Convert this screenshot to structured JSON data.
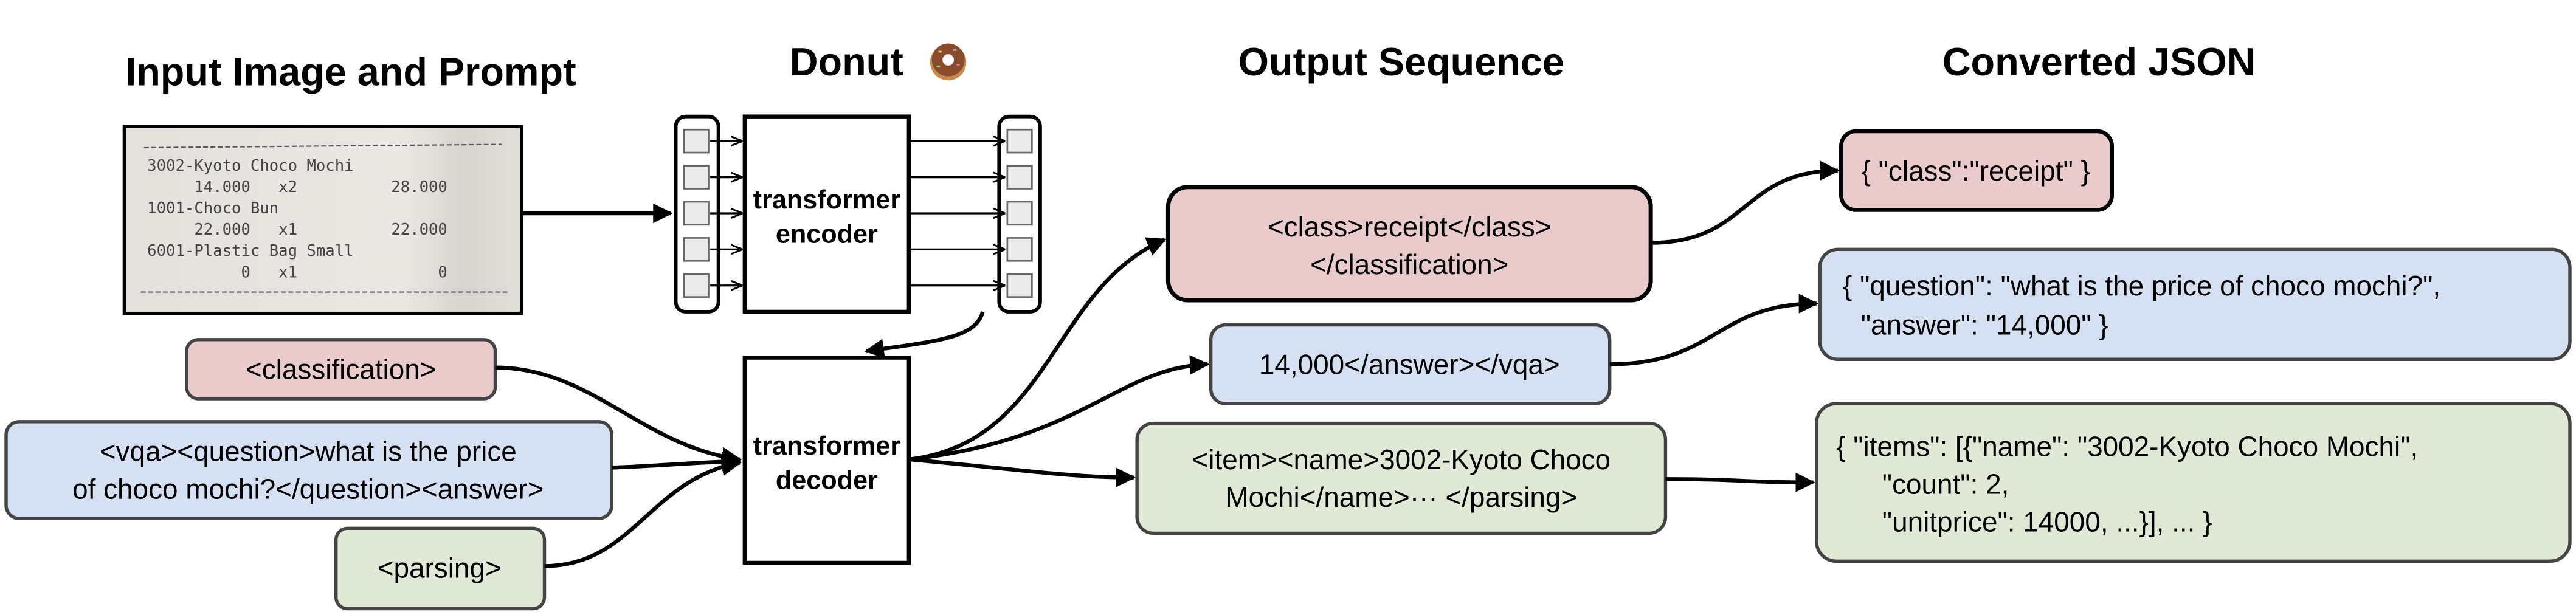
{
  "titles": {
    "input": "Input Image and Prompt",
    "donut": "Donut",
    "output": "Output Sequence",
    "json": "Converted JSON"
  },
  "donut_icon": "donut-emoji-icon",
  "receipt": {
    "lines": [
      "3002-Kyoto Choco Mochi",
      "     14.000   x2          28.000",
      "1001-Choco Bun",
      "     22.000   x1          22.000",
      "6001-Plastic Bag Small",
      "          0   x1               0"
    ]
  },
  "model": {
    "encoder": [
      "transformer",
      "encoder"
    ],
    "decoder": [
      "transformer",
      "decoder"
    ]
  },
  "prompts": {
    "classification": [
      "<classification>"
    ],
    "vqa": [
      "<vqa><question>what is the price",
      "of choco mochi?</question><answer>"
    ],
    "parsing": [
      "<parsing>"
    ]
  },
  "outputs": {
    "classification": [
      "<class>receipt</class>",
      "</classification>"
    ],
    "vqa": [
      "14,000</answer></vqa>"
    ],
    "parsing": [
      "<item><name>3002-Kyoto Choco",
      "Mochi</name>··· </parsing>"
    ]
  },
  "json": {
    "classification": [
      "{ \"class\":\"receipt\" }"
    ],
    "vqa": [
      "{ \"question\": \"what is the price of choco mochi?\",",
      "\"answer\": \"14,000\" }"
    ],
    "parsing": [
      "{ \"items\": [{\"name\": \"3002-Kyoto Choco Mochi\",",
      "\"count\": 2,",
      "\"unitprice\": 14000, ...}], ... }"
    ]
  },
  "colors": {
    "classification": "#eacbcc",
    "vqa": "#d5e1f2",
    "parsing": "#dfe9d6",
    "token": "#ebebeb",
    "receipt_paper": "#e9e6e1"
  }
}
